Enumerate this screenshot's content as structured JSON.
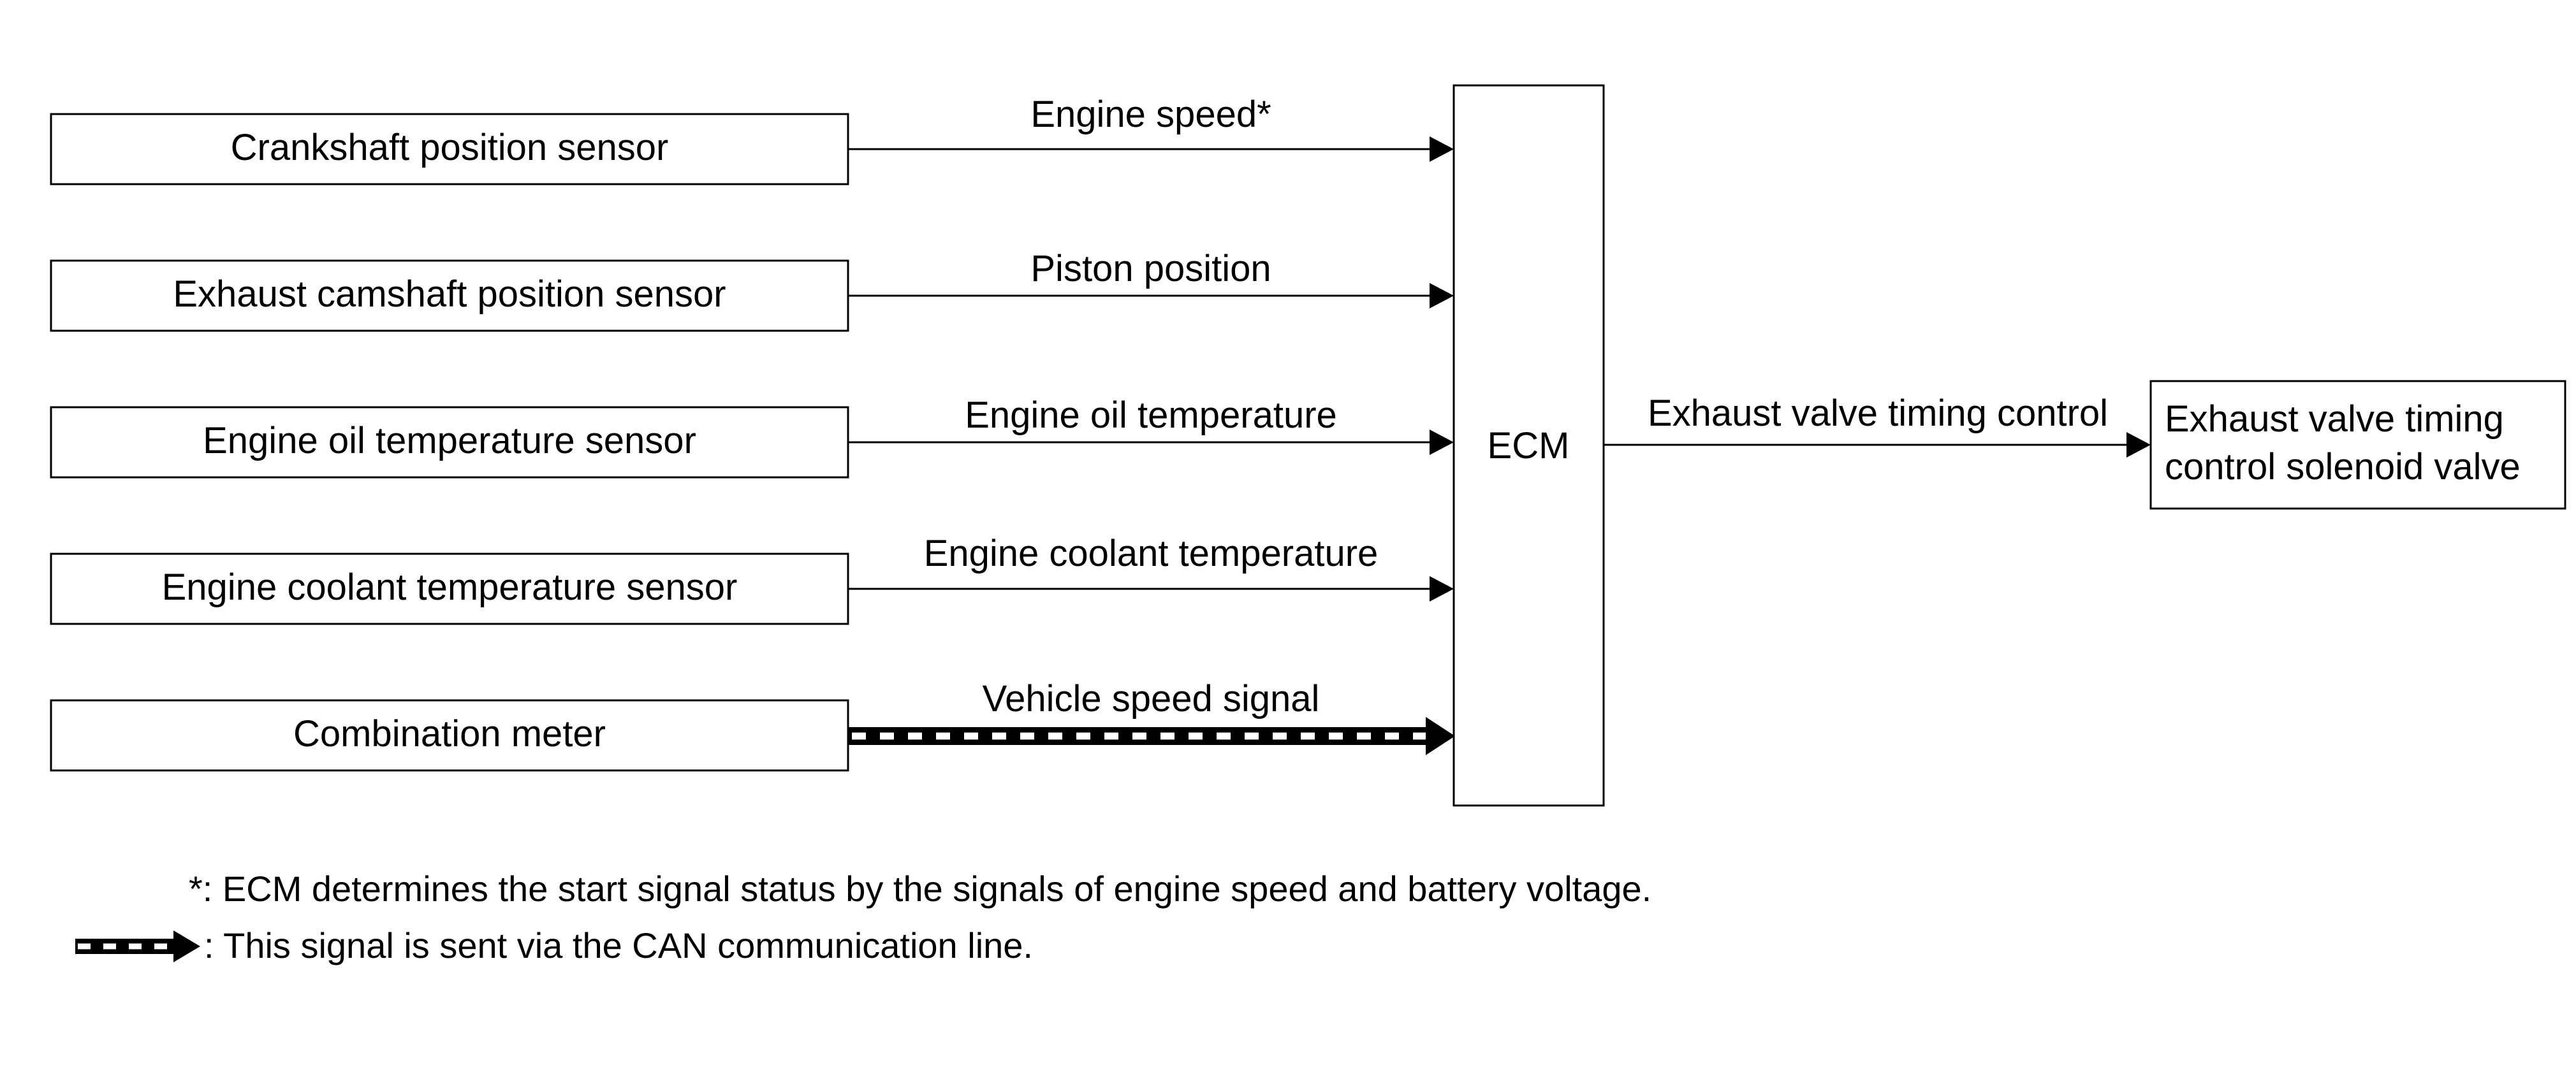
{
  "sensors": [
    {
      "label": "Crankshaft position sensor",
      "signal": "Engine speed*",
      "line": "solid"
    },
    {
      "label": "Exhaust camshaft position sensor",
      "signal": "Piston position",
      "line": "solid"
    },
    {
      "label": "Engine oil temperature sensor",
      "signal": "Engine oil temperature",
      "line": "solid"
    },
    {
      "label": "Engine coolant temperature sensor",
      "signal": "Engine coolant temperature",
      "line": "solid"
    },
    {
      "label": "Combination meter",
      "signal": "Vehicle speed signal",
      "line": "can"
    }
  ],
  "ecm": {
    "label": "ECM"
  },
  "output": {
    "signal": "Exhaust valve timing control",
    "label_line1": "Exhaust valve timing",
    "label_line2": "control solenoid valve"
  },
  "notes": {
    "asterisk": "*: ECM determines the start signal status by the signals of engine speed and battery voltage.",
    "can": ": This signal is sent via the CAN communication line."
  },
  "colors": {
    "line": "#000000",
    "background": "#ffffff",
    "can_dash": "#ffffff"
  }
}
